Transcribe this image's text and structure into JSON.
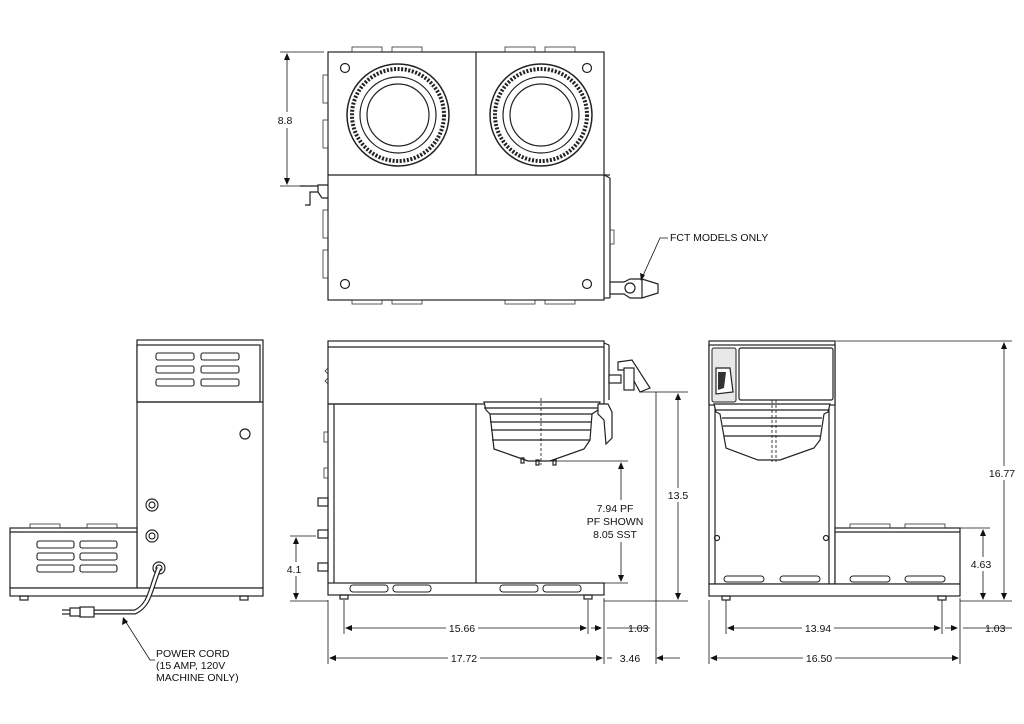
{
  "callouts": {
    "fct": "FCT MODELS ONLY",
    "power_cord_line1": "POWER CORD",
    "power_cord_line2": "(15 AMP, 120V",
    "power_cord_line3": "MACHINE ONLY)"
  },
  "dimensions": {
    "top_depth": "8.8",
    "inlet_height": "4.1",
    "brew_height_line1": "7.94 PF",
    "brew_height_line2": "PF SHOWN",
    "brew_height_line3": "8.05 SST",
    "overall_height_front": "13.5",
    "foot_spacing_side": "15.66",
    "foot_offset_side": "1.03",
    "overall_width_side": "17.72",
    "faucet_extension": "3.46",
    "overall_height_back": "16.77",
    "warmer_height": "4.63",
    "foot_spacing_back": "13.94",
    "foot_offset_back": "1.03",
    "overall_width_back": "16.50"
  }
}
